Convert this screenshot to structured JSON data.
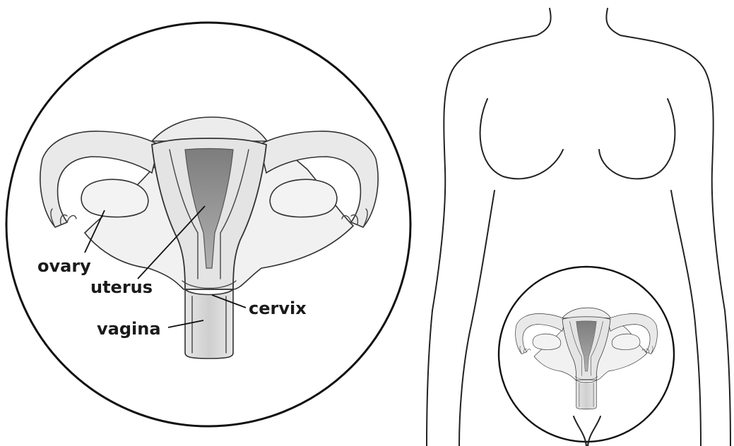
{
  "labels": {
    "ovary": "ovary",
    "uterus": "uterus",
    "cervix": "cervix",
    "vagina": "vagina"
  },
  "colors": {
    "ink": "#222222",
    "tissue_light": "#eeeeee",
    "tissue_mid": "#d9d9d9",
    "cavity": "#8f8f8f",
    "background": "#ffffff"
  }
}
